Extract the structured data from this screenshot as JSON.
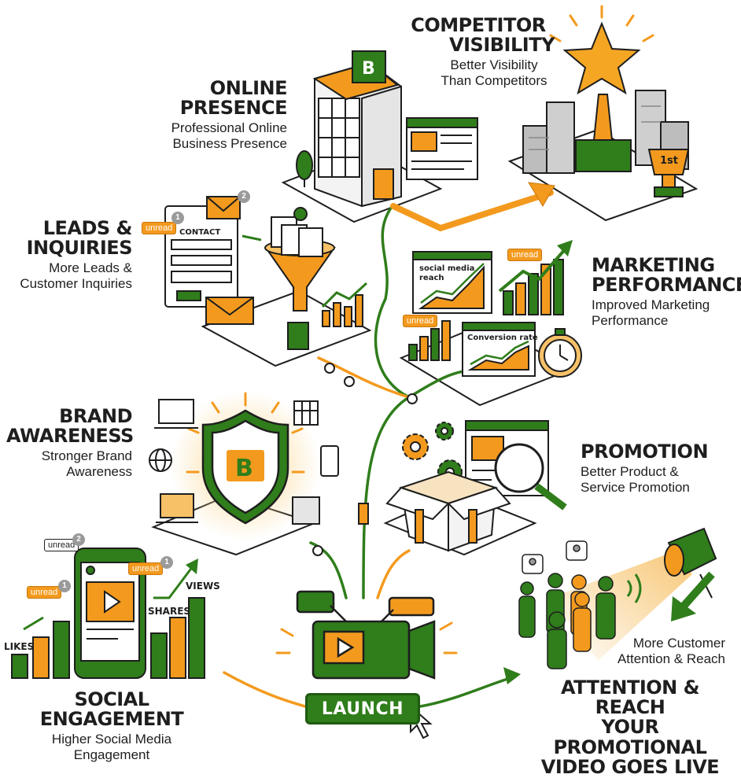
{
  "sections": {
    "competitor": {
      "title_1": "COMPETITOR",
      "title_2": "VISIBILITY",
      "sub_1": "Better Visibility",
      "sub_2": "Than Competitors"
    },
    "online": {
      "title_1": "ONLINE",
      "title_2": "PRESENCE",
      "sub_1": "Professional Online",
      "sub_2": "Business Presence"
    },
    "leads": {
      "title_1": "LEADS &",
      "title_2": "INQUIRIES",
      "sub_1": "More Leads &",
      "sub_2": "Customer Inquiries"
    },
    "marketing": {
      "title_1": "MARKETING",
      "title_2": "PERFORMANCE",
      "sub_1": "Improved Marketing",
      "sub_2": "Performance"
    },
    "brand": {
      "title_1": "BRAND",
      "title_2": "AWARENESS",
      "sub_1": "Stronger Brand",
      "sub_2": "Awareness"
    },
    "promotion": {
      "title_1": "PROMOTION",
      "sub_1": "Better Product &",
      "sub_2": "Service Promotion"
    },
    "social": {
      "title_1": "SOCIAL ENGAGEMENT",
      "sub_1": "Higher Social Media",
      "sub_2": "Engagement"
    },
    "attention": {
      "title_1": "ATTENTION & REACH",
      "title_2": "YOUR PROMOTIONAL",
      "title_3": "VIDEO GOES LIVE",
      "sub_1": "More Customer",
      "sub_2": "Attention & Reach"
    }
  },
  "launch_button": "LAUNCH",
  "labels": {
    "contact": "CONTACT",
    "social_media_reach_1": "social media",
    "social_media_reach_2": "reach",
    "conversion_rate": "Conversion rate",
    "likes": "LIKES",
    "shares": "SHARES",
    "views": "VIEWS",
    "unread": "unread",
    "first": "1st",
    "badge_1": "1",
    "badge_2": "2"
  },
  "colors": {
    "green": "#2f7d1b",
    "orange": "#f39a1e",
    "dark": "#1e1e1e",
    "gray": "#bdbdbd"
  },
  "icons": [
    "building-icon",
    "trophy-icon",
    "contact-form-icon",
    "funnel-icon",
    "envelope-icon",
    "chart-icon",
    "stopwatch-icon",
    "shield-icon",
    "laptop-icon",
    "phone-icon",
    "globe-icon",
    "gear-icon",
    "open-box-icon",
    "magnifier-icon",
    "video-camera-icon",
    "spotlight-icon",
    "people-icon",
    "cursor-icon"
  ]
}
